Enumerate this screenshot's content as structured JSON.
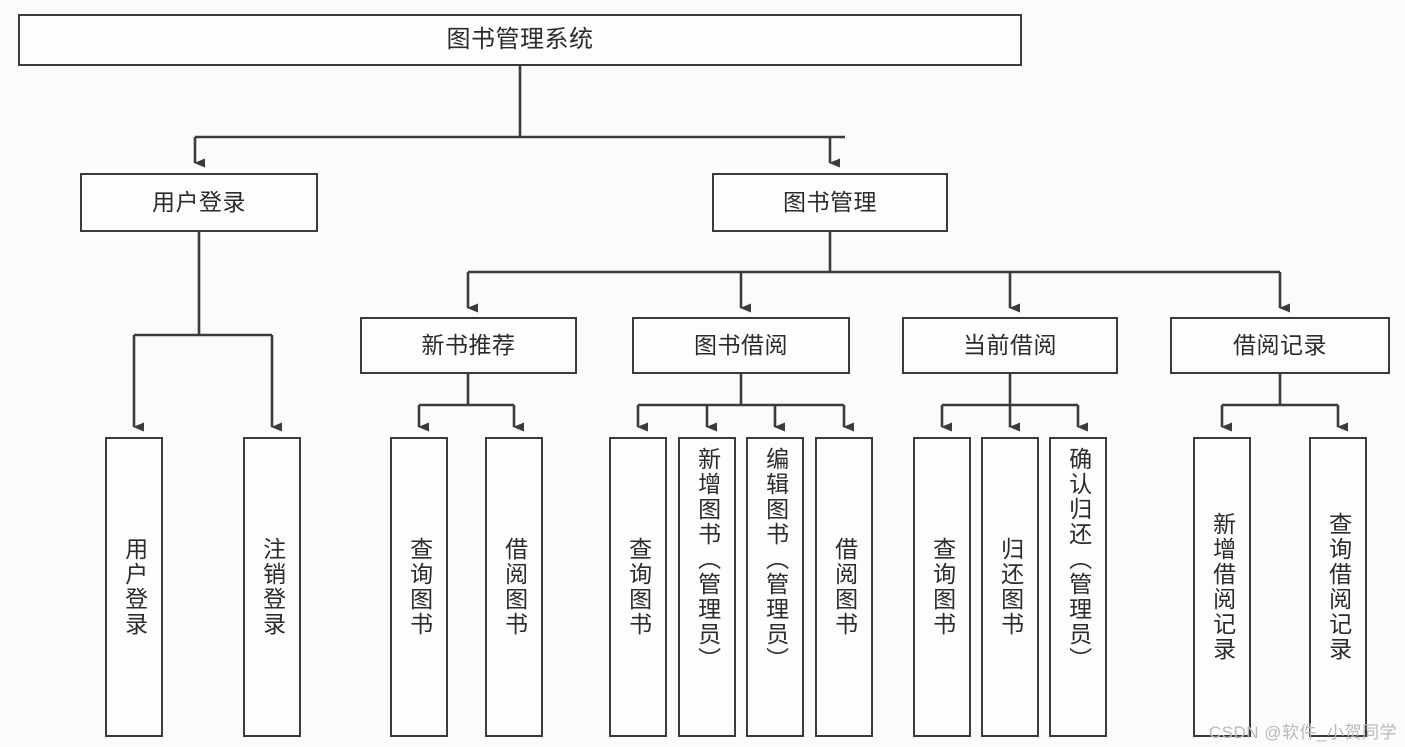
{
  "diagram": {
    "title": "图书管理系统",
    "type": "tree-hierarchy-chart",
    "colors": {
      "background": "#fbfbfb",
      "box_fill": "#fdfdfd",
      "box_border": "#3b3b3b",
      "connector": "#3b3b3b",
      "text": "#2b2b2b",
      "watermark": "#b9b9b9"
    }
  },
  "nodes": {
    "root": {
      "label": "图书管理系统"
    },
    "level1": [
      {
        "label": "用户登录"
      },
      {
        "label": "图书管理"
      }
    ],
    "level2": [
      {
        "label": "新书推荐"
      },
      {
        "label": "图书借阅"
      },
      {
        "label": "当前借阅"
      },
      {
        "label": "借阅记录"
      }
    ],
    "leaves": {
      "user_login": [
        {
          "label": "用户登录"
        },
        {
          "label": "注销登录"
        }
      ],
      "new_book_recommend": [
        {
          "label": "查询图书"
        },
        {
          "label": "借阅图书"
        }
      ],
      "book_borrow": [
        {
          "label": "查询图书"
        },
        {
          "label": "新增图书（管理员）"
        },
        {
          "label": "编辑图书（管理员）"
        },
        {
          "label": "借阅图书"
        }
      ],
      "current_borrow": [
        {
          "label": "查询图书"
        },
        {
          "label": "归还图书"
        },
        {
          "label": "确认归还（管理员）"
        }
      ],
      "borrow_record": [
        {
          "label": "新增借阅记录"
        },
        {
          "label": "查询借阅记录"
        }
      ]
    }
  },
  "watermark": {
    "text": "CSDN @软件_小贺同学"
  }
}
